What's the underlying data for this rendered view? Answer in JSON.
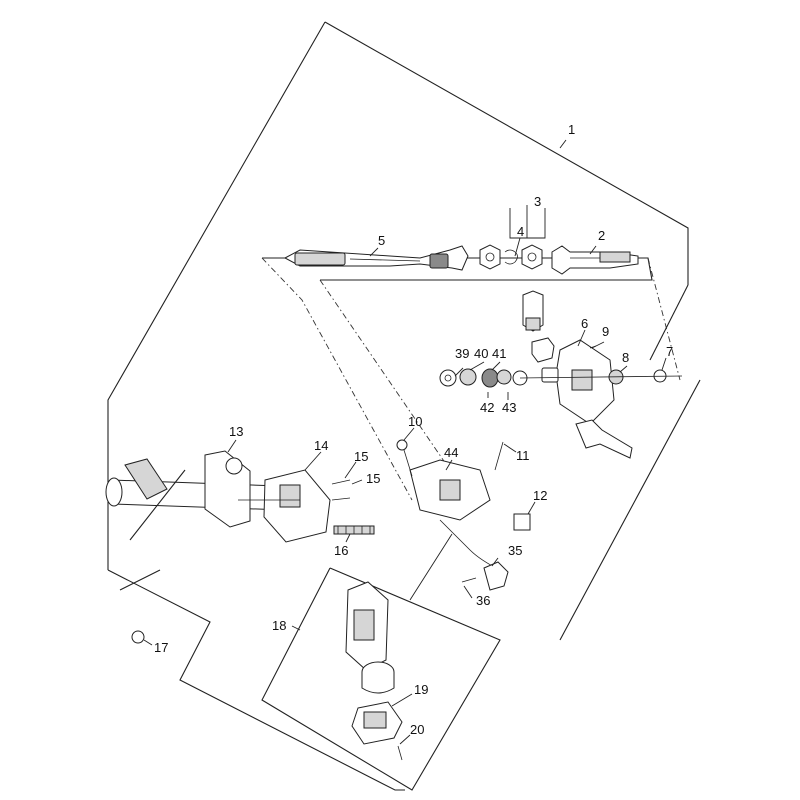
{
  "callouts": [
    {
      "id": "1",
      "label": "1"
    },
    {
      "id": "2",
      "label": "2"
    },
    {
      "id": "3",
      "label": "3"
    },
    {
      "id": "4",
      "label": "4"
    },
    {
      "id": "5",
      "label": "5"
    },
    {
      "id": "6",
      "label": "6"
    },
    {
      "id": "7",
      "label": "7"
    },
    {
      "id": "8",
      "label": "8"
    },
    {
      "id": "9",
      "label": "9"
    },
    {
      "id": "10",
      "label": "10"
    },
    {
      "id": "11",
      "label": "11"
    },
    {
      "id": "12",
      "label": "12"
    },
    {
      "id": "13",
      "label": "13"
    },
    {
      "id": "14",
      "label": "14"
    },
    {
      "id": "15a",
      "label": "15"
    },
    {
      "id": "15b",
      "label": "15"
    },
    {
      "id": "16",
      "label": "16"
    },
    {
      "id": "17",
      "label": "17"
    },
    {
      "id": "18",
      "label": "18"
    },
    {
      "id": "19",
      "label": "19"
    },
    {
      "id": "20",
      "label": "20"
    },
    {
      "id": "35",
      "label": "35"
    },
    {
      "id": "36",
      "label": "36"
    },
    {
      "id": "39",
      "label": "39"
    },
    {
      "id": "40",
      "label": "40"
    },
    {
      "id": "41",
      "label": "41"
    },
    {
      "id": "42",
      "label": "42"
    },
    {
      "id": "43",
      "label": "43"
    },
    {
      "id": "44",
      "label": "44"
    }
  ]
}
